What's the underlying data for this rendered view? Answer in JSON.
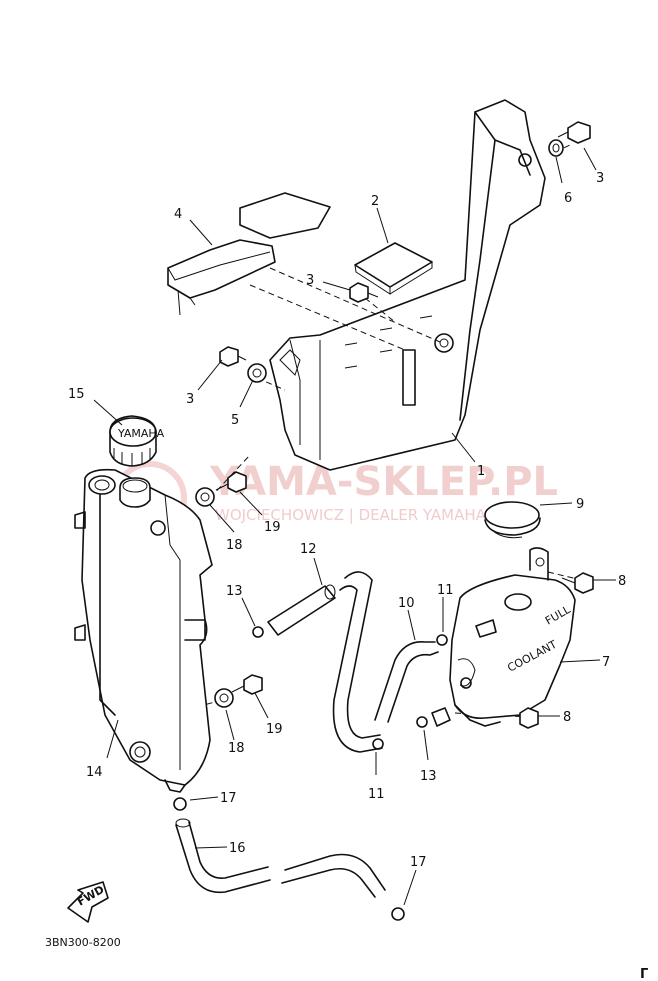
{
  "callouts": [
    "1",
    "2",
    "3",
    "3",
    "3",
    "4",
    "5",
    "6",
    "7",
    "8",
    "8",
    "9",
    "10",
    "11",
    "11",
    "12",
    "13",
    "13",
    "14",
    "15",
    "16",
    "17",
    "17",
    "18",
    "18",
    "19",
    "19"
  ],
  "figure_code": "3BN300-8200",
  "fwd_label": "FWD",
  "tank_labels": {
    "full": "FULL",
    "coolant": "COOLANT"
  },
  "watermark": {
    "brand": "YAMA-SKLEP.PL",
    "dealer": "WOJCIECHOWICZ | DEALER YAMAHA"
  },
  "corner_mark": "Γ",
  "colors": {
    "ink": "#111111",
    "watermark": "#e9a9a9"
  }
}
